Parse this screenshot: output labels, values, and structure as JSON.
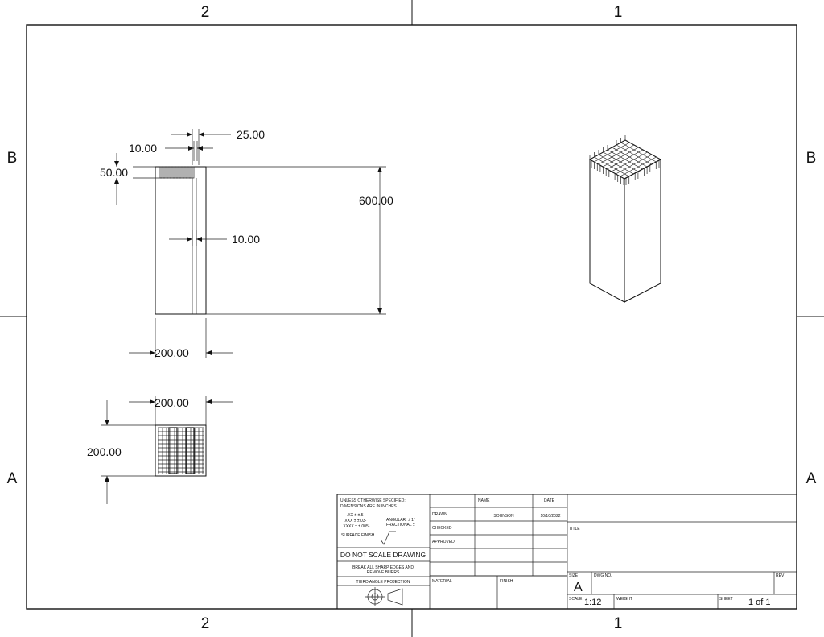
{
  "zones": {
    "top": [
      "2",
      "1"
    ],
    "bottom": [
      "2",
      "1"
    ],
    "left": [
      "B",
      "A"
    ],
    "right": [
      "B",
      "A"
    ]
  },
  "dimensions": {
    "fin_gap": "25.00",
    "fin_width": "10.00",
    "base_height": "50.00",
    "total_height": "600.00",
    "wall_thickness": "10.00",
    "front_width": "200.00",
    "top_width": "200.00",
    "top_depth": "200.00"
  },
  "title_block": {
    "tolerance_header_1": "UNLESS OTHERWISE SPECIFIED:",
    "tolerance_header_2": "DIMENSIONS ARE IN INCHES",
    "tol_x": ".XX ± ±.5",
    "tol_xx": ".XXX ± ±.03-",
    "tol_xxx": ".XXXX ± ±.005-",
    "angular": "ANGULAR: ± 1°",
    "fractional": "FRACTIONAL ±",
    "surface_finish": "SURFACE FINISH",
    "do_not_scale": "DO NOT SCALE DRAWING",
    "break_edges_1": "BREAK ALL SHARP EDGES AND",
    "break_edges_2": "REMOVE BURRS",
    "projection": "THIRD ANGLE PROJECTION",
    "col_name": "NAME",
    "col_date": "DATE",
    "row_drawn": "DRAWN",
    "row_checked": "CHECKED",
    "row_approved": "APPROVED",
    "drawn_name": "SOHNSON",
    "drawn_date": "10/10/2022",
    "material": "MATERIAL",
    "finish": "FINISH",
    "title_label": "TITLE",
    "size_label": "SIZE",
    "size_value": "A",
    "dwg_no": "DWG NO.",
    "rev": "REV",
    "scale_label": "SCALE",
    "scale_value": "1:12",
    "weight": "WEIGHT",
    "sheet_label": "SHEET",
    "sheet_value": "1 of 1"
  }
}
